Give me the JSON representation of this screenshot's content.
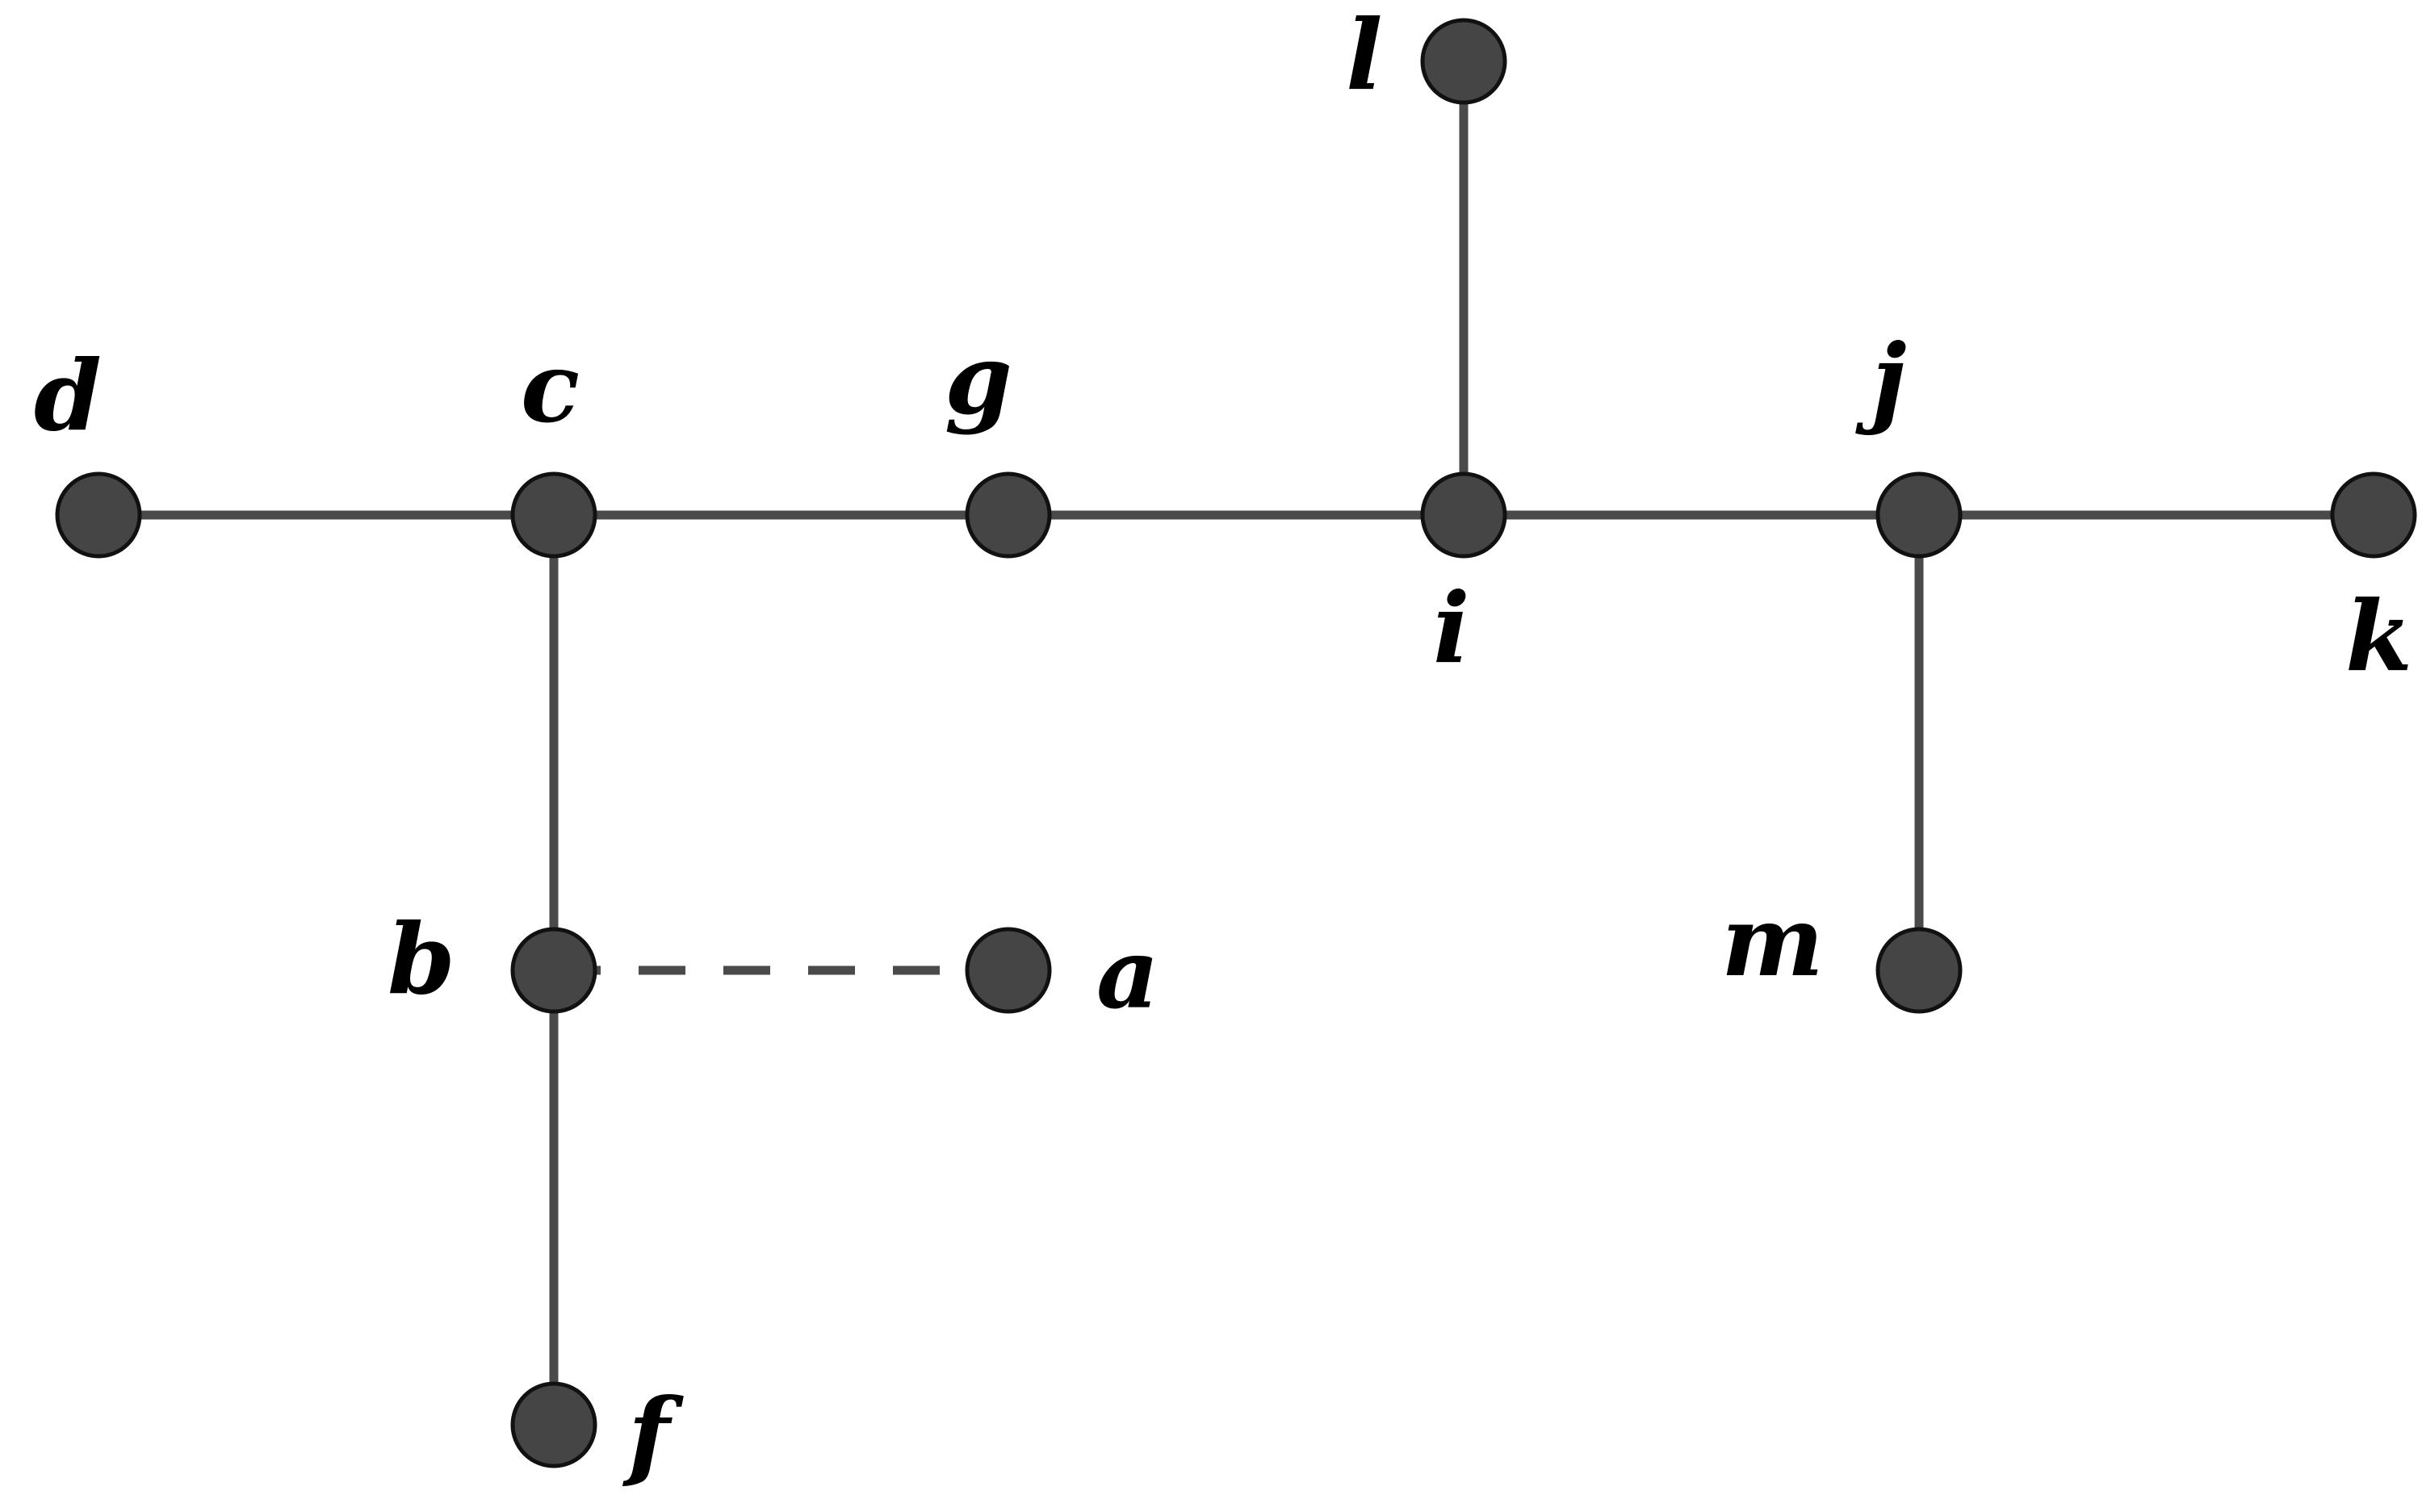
{
  "diagram": {
    "nodes": [
      {
        "id": "d",
        "label": "d"
      },
      {
        "id": "c",
        "label": "c"
      },
      {
        "id": "g",
        "label": "g"
      },
      {
        "id": "i",
        "label": "i"
      },
      {
        "id": "j",
        "label": "j"
      },
      {
        "id": "k",
        "label": "k"
      },
      {
        "id": "l",
        "label": "l"
      },
      {
        "id": "b",
        "label": "b"
      },
      {
        "id": "a",
        "label": "a"
      },
      {
        "id": "f",
        "label": "f"
      },
      {
        "id": "m",
        "label": "m"
      }
    ],
    "edges": [
      {
        "from": "d",
        "to": "c",
        "style": "solid"
      },
      {
        "from": "c",
        "to": "g",
        "style": "solid"
      },
      {
        "from": "g",
        "to": "i",
        "style": "solid"
      },
      {
        "from": "i",
        "to": "j",
        "style": "solid"
      },
      {
        "from": "j",
        "to": "k",
        "style": "solid"
      },
      {
        "from": "i",
        "to": "l",
        "style": "solid"
      },
      {
        "from": "c",
        "to": "b",
        "style": "solid"
      },
      {
        "from": "b",
        "to": "f",
        "style": "solid"
      },
      {
        "from": "j",
        "to": "m",
        "style": "solid"
      },
      {
        "from": "b",
        "to": "a",
        "style": "dashed"
      }
    ],
    "colors": {
      "node_fill": "#454545",
      "edge": "#4a4a4a",
      "label": "#000000"
    }
  }
}
